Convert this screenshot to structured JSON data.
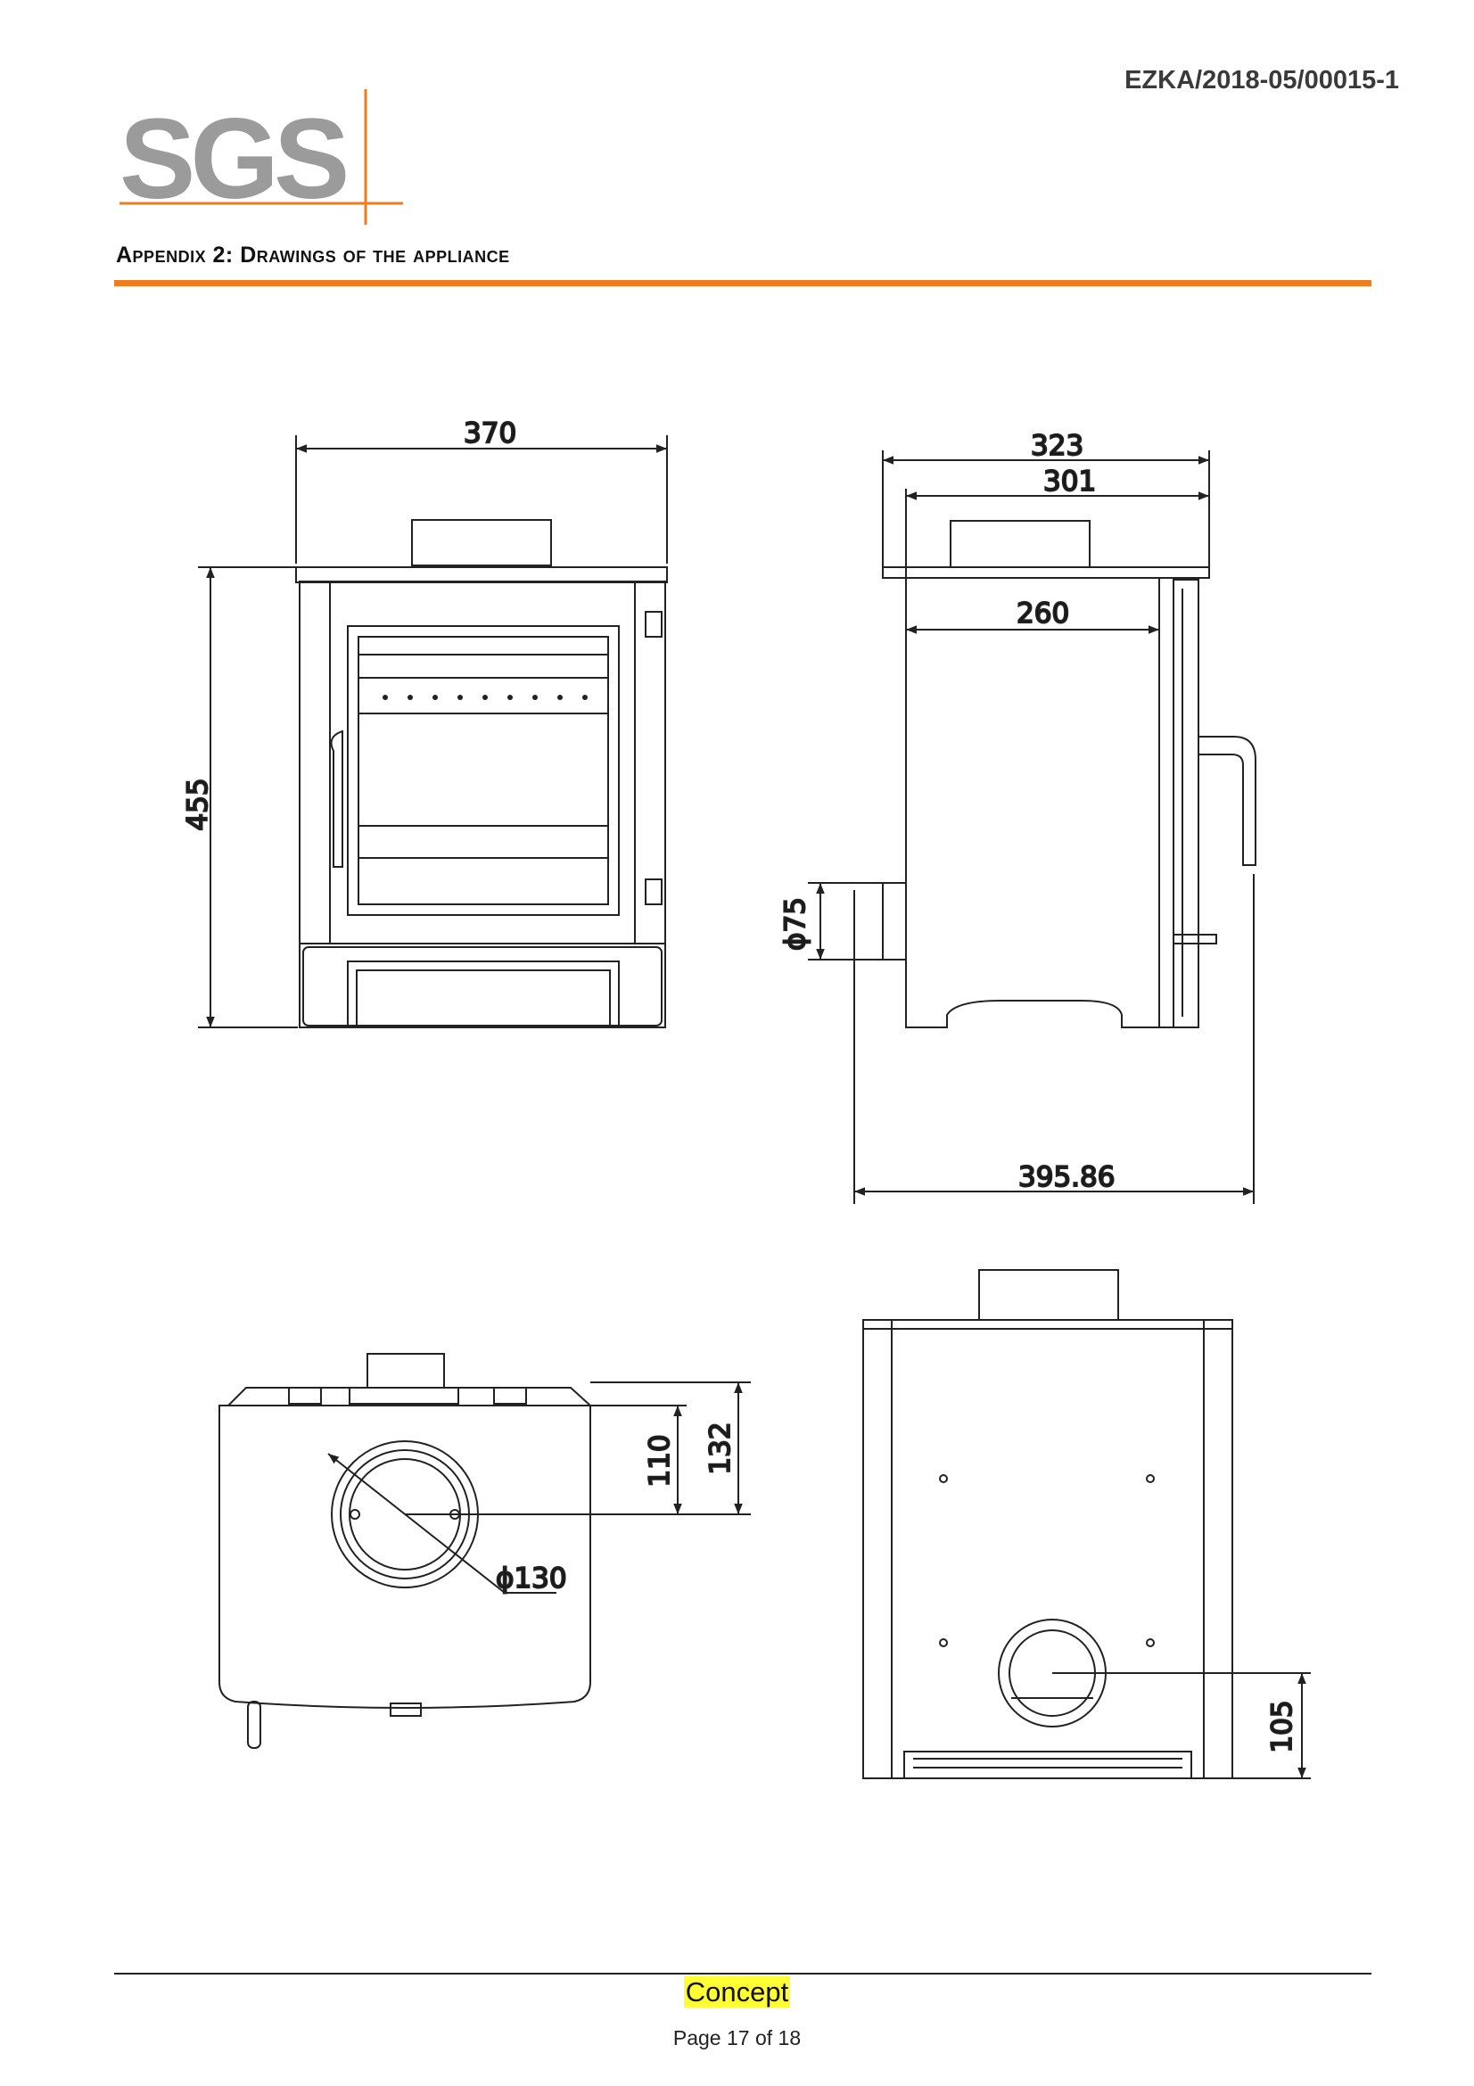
{
  "header": {
    "doc_number": "EZKA/2018-05/00015-1",
    "logo_text": "SGS",
    "section_title": "Appendix 2: Drawings of the appliance",
    "accent_color": "#ef7d1f",
    "logo_gray": "#9b9b9b"
  },
  "drawings": {
    "front": {
      "width_label": "370",
      "height_label": "455"
    },
    "side": {
      "outer_label": "323",
      "inner_label": "301",
      "body_label": "260",
      "flue_label": "ϕ75",
      "depth_label": "395.86"
    },
    "top": {
      "outer_label": "132",
      "inner_label": "110",
      "diameter_label": "ϕ130"
    },
    "rear": {
      "height_label": "105"
    }
  },
  "footer": {
    "status": "Concept",
    "status_highlight": "#ffff33",
    "page": "Page 17 of 18"
  }
}
